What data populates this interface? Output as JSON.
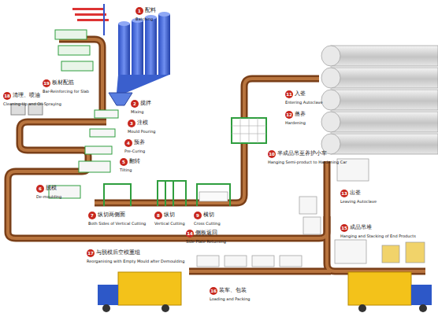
{
  "diagram": {
    "nodes": [
      {
        "text": [
          "1",
          "配料",
          "Batching"
        ]
      },
      {
        "text": [
          "2",
          "搅拌",
          "Mixing"
        ]
      },
      {
        "text": [
          "3",
          "注模",
          "Mould Pouring"
        ]
      },
      {
        "text": [
          "4",
          "预养",
          "Pre-Curing"
        ]
      },
      {
        "text": [
          "5",
          "翻转",
          "Tilting"
        ]
      },
      {
        "text": [
          "6",
          "脱模",
          "De-moulding"
        ]
      },
      {
        "text": [
          "7",
          "纵切两侧面",
          "Both Sides of Vertical Cutting"
        ]
      },
      {
        "text": [
          "8",
          "纵切",
          "Vertical Cutting"
        ]
      },
      {
        "text": [
          "9",
          "横切",
          "Cross Cutting"
        ]
      },
      {
        "text": [
          "10",
          "半成品吊至养护小车",
          "Hanging Semi-product to Hardening Car"
        ]
      },
      {
        "text": [
          "11",
          "入釜",
          "Entering Autoclave"
        ]
      },
      {
        "text": [
          "12",
          "蒸养",
          "Hardening"
        ]
      },
      {
        "text": [
          "13",
          "出釜",
          "Leaving Autoclave"
        ]
      },
      {
        "text": [
          "14",
          "侧板返回",
          "Side Plate Returning"
        ]
      },
      {
        "text": [
          "15",
          "成品吊堆",
          "Hanging and Stacking of End Products"
        ]
      },
      {
        "text": [
          "16",
          "装车、包装",
          "Loading and Packing"
        ]
      },
      {
        "text": [
          "17",
          "与脱模后空模重组",
          "Reorganising with Empty Mould after Demoulding"
        ]
      },
      {
        "text": [
          "18",
          "清理、喷油",
          "Cleaning-Up and Oil-Spraying"
        ]
      },
      {
        "text": [
          "19",
          "板材配筋",
          "Bar-Reinforcing for Slab"
        ]
      }
    ]
  }
}
